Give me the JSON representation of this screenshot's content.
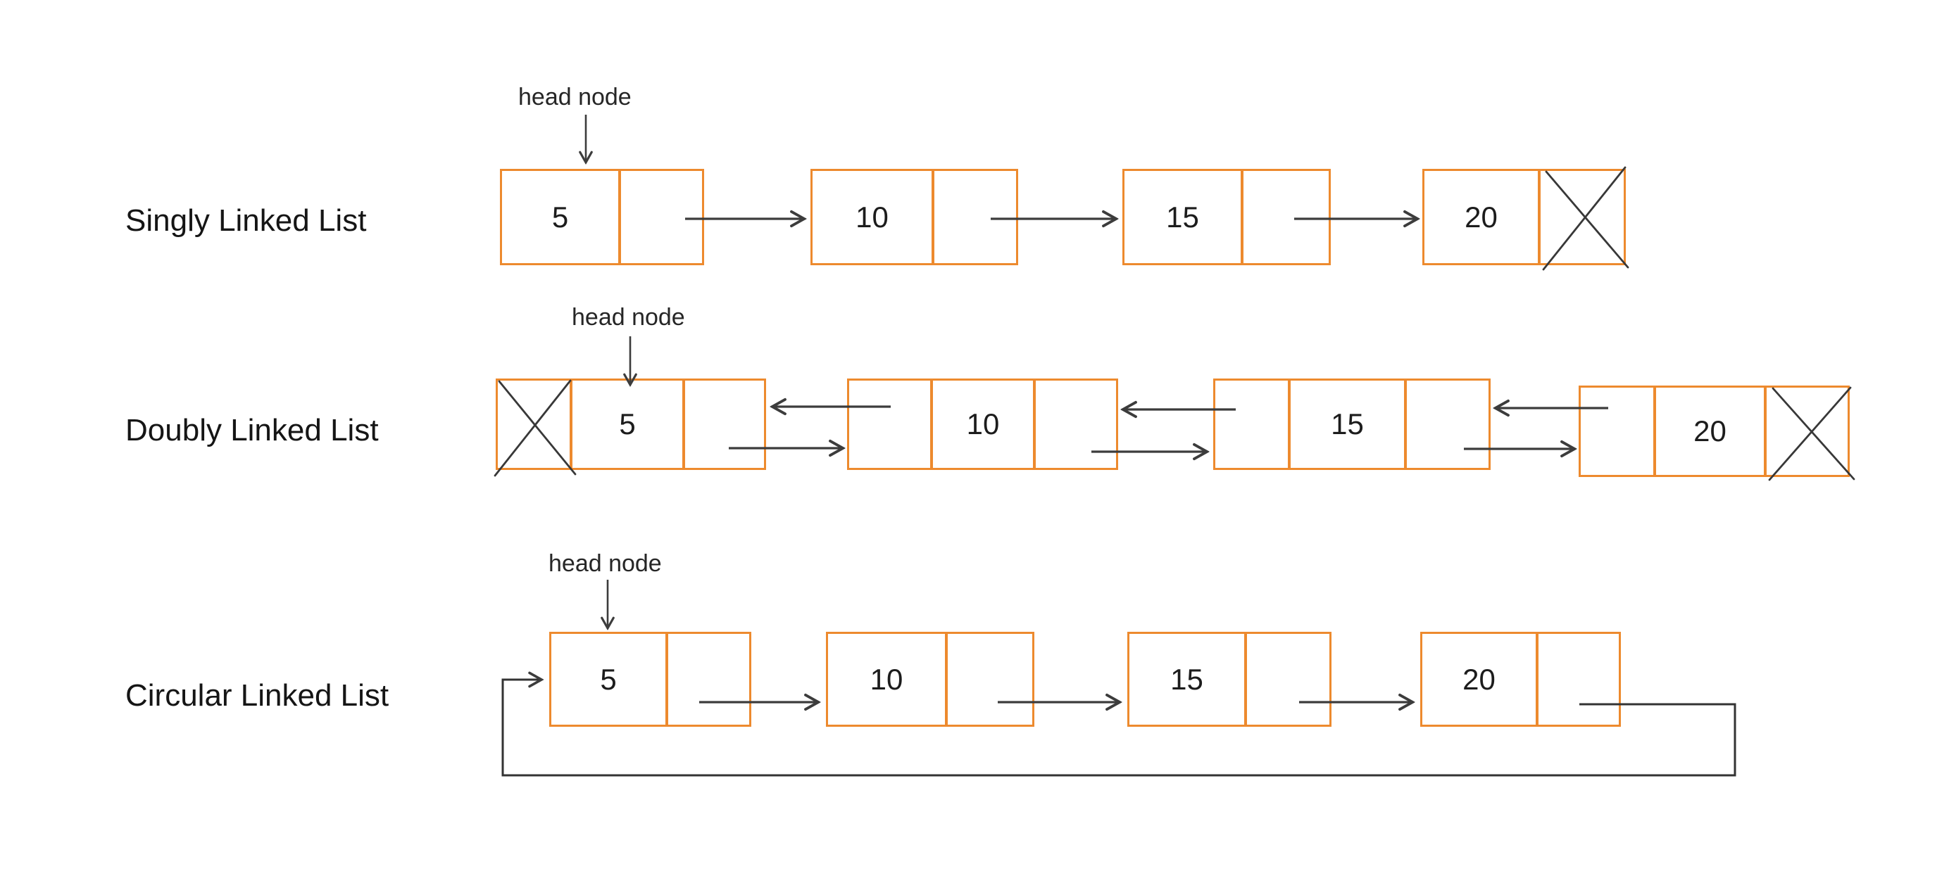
{
  "palette": {
    "background": "#ffffff",
    "node_border": "#ED8A2E",
    "arrow": "#3c3c3c",
    "x_marker": "#383838",
    "text": "#1c1c1c"
  },
  "rows": [
    {
      "type": "singly",
      "label": "Singly Linked List",
      "head_label": "head node",
      "node_values": [
        "5",
        "10",
        "15",
        "20"
      ],
      "pointer_cells_per_node": 1,
      "crossed_pointers": [
        "last-next"
      ]
    },
    {
      "type": "doubly",
      "label": "Doubly Linked List",
      "head_label": "head node",
      "node_values": [
        "5",
        "10",
        "15",
        "20"
      ],
      "pointer_cells_per_node": 2,
      "crossed_pointers": [
        "first-prev",
        "last-next"
      ]
    },
    {
      "type": "circular",
      "label": "Circular Linked List",
      "head_label": "head node",
      "node_values": [
        "5",
        "10",
        "15",
        "20"
      ],
      "pointer_cells_per_node": 1,
      "crossed_pointers": []
    }
  ]
}
